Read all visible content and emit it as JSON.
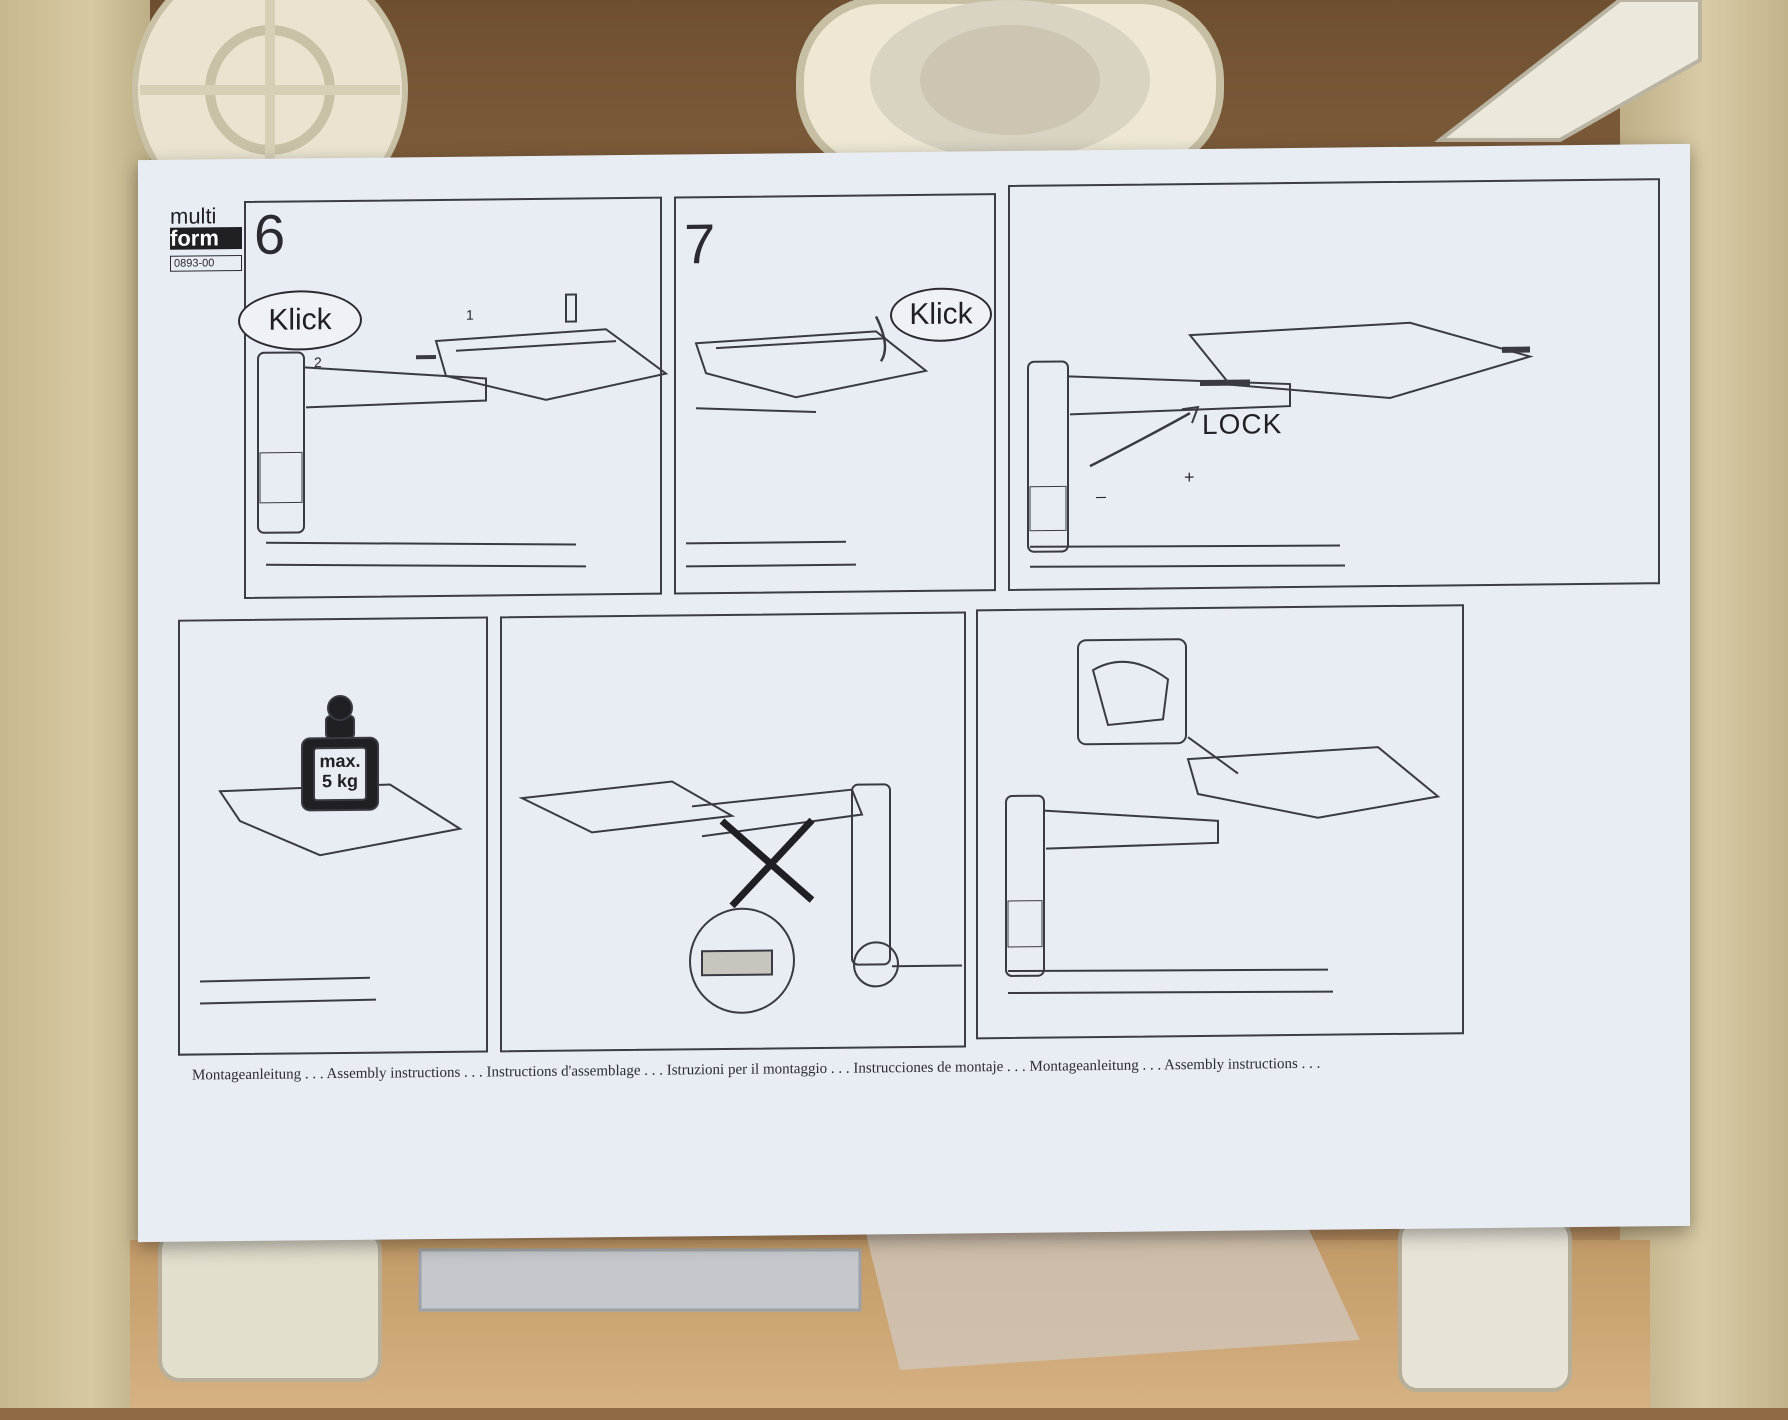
{
  "brand": {
    "logo_top": "multi",
    "logo_bottom": "form",
    "code": "0893-00"
  },
  "steps": {
    "step6": {
      "number": "6",
      "bubble": "Klick",
      "markers": [
        "1",
        "2"
      ]
    },
    "step7": {
      "number": "7",
      "bubble": "Klick"
    },
    "lock": {
      "label": "LOCK",
      "plus": "+",
      "minus": "–"
    },
    "weight": {
      "line1": "max.",
      "line2": "5 kg"
    }
  },
  "footer": {
    "text": "Montageanleitung . . . Assembly instructions . . . Instructions d'assemblage . . . Istruzioni per il montaggio . . . Instrucciones de montaje . . . Montageanleitung . . . Assembly instructions . . ."
  },
  "colors": {
    "paper": "#e8ecf3",
    "ink": "#2a2a30",
    "cardboard": "#a07a51"
  }
}
